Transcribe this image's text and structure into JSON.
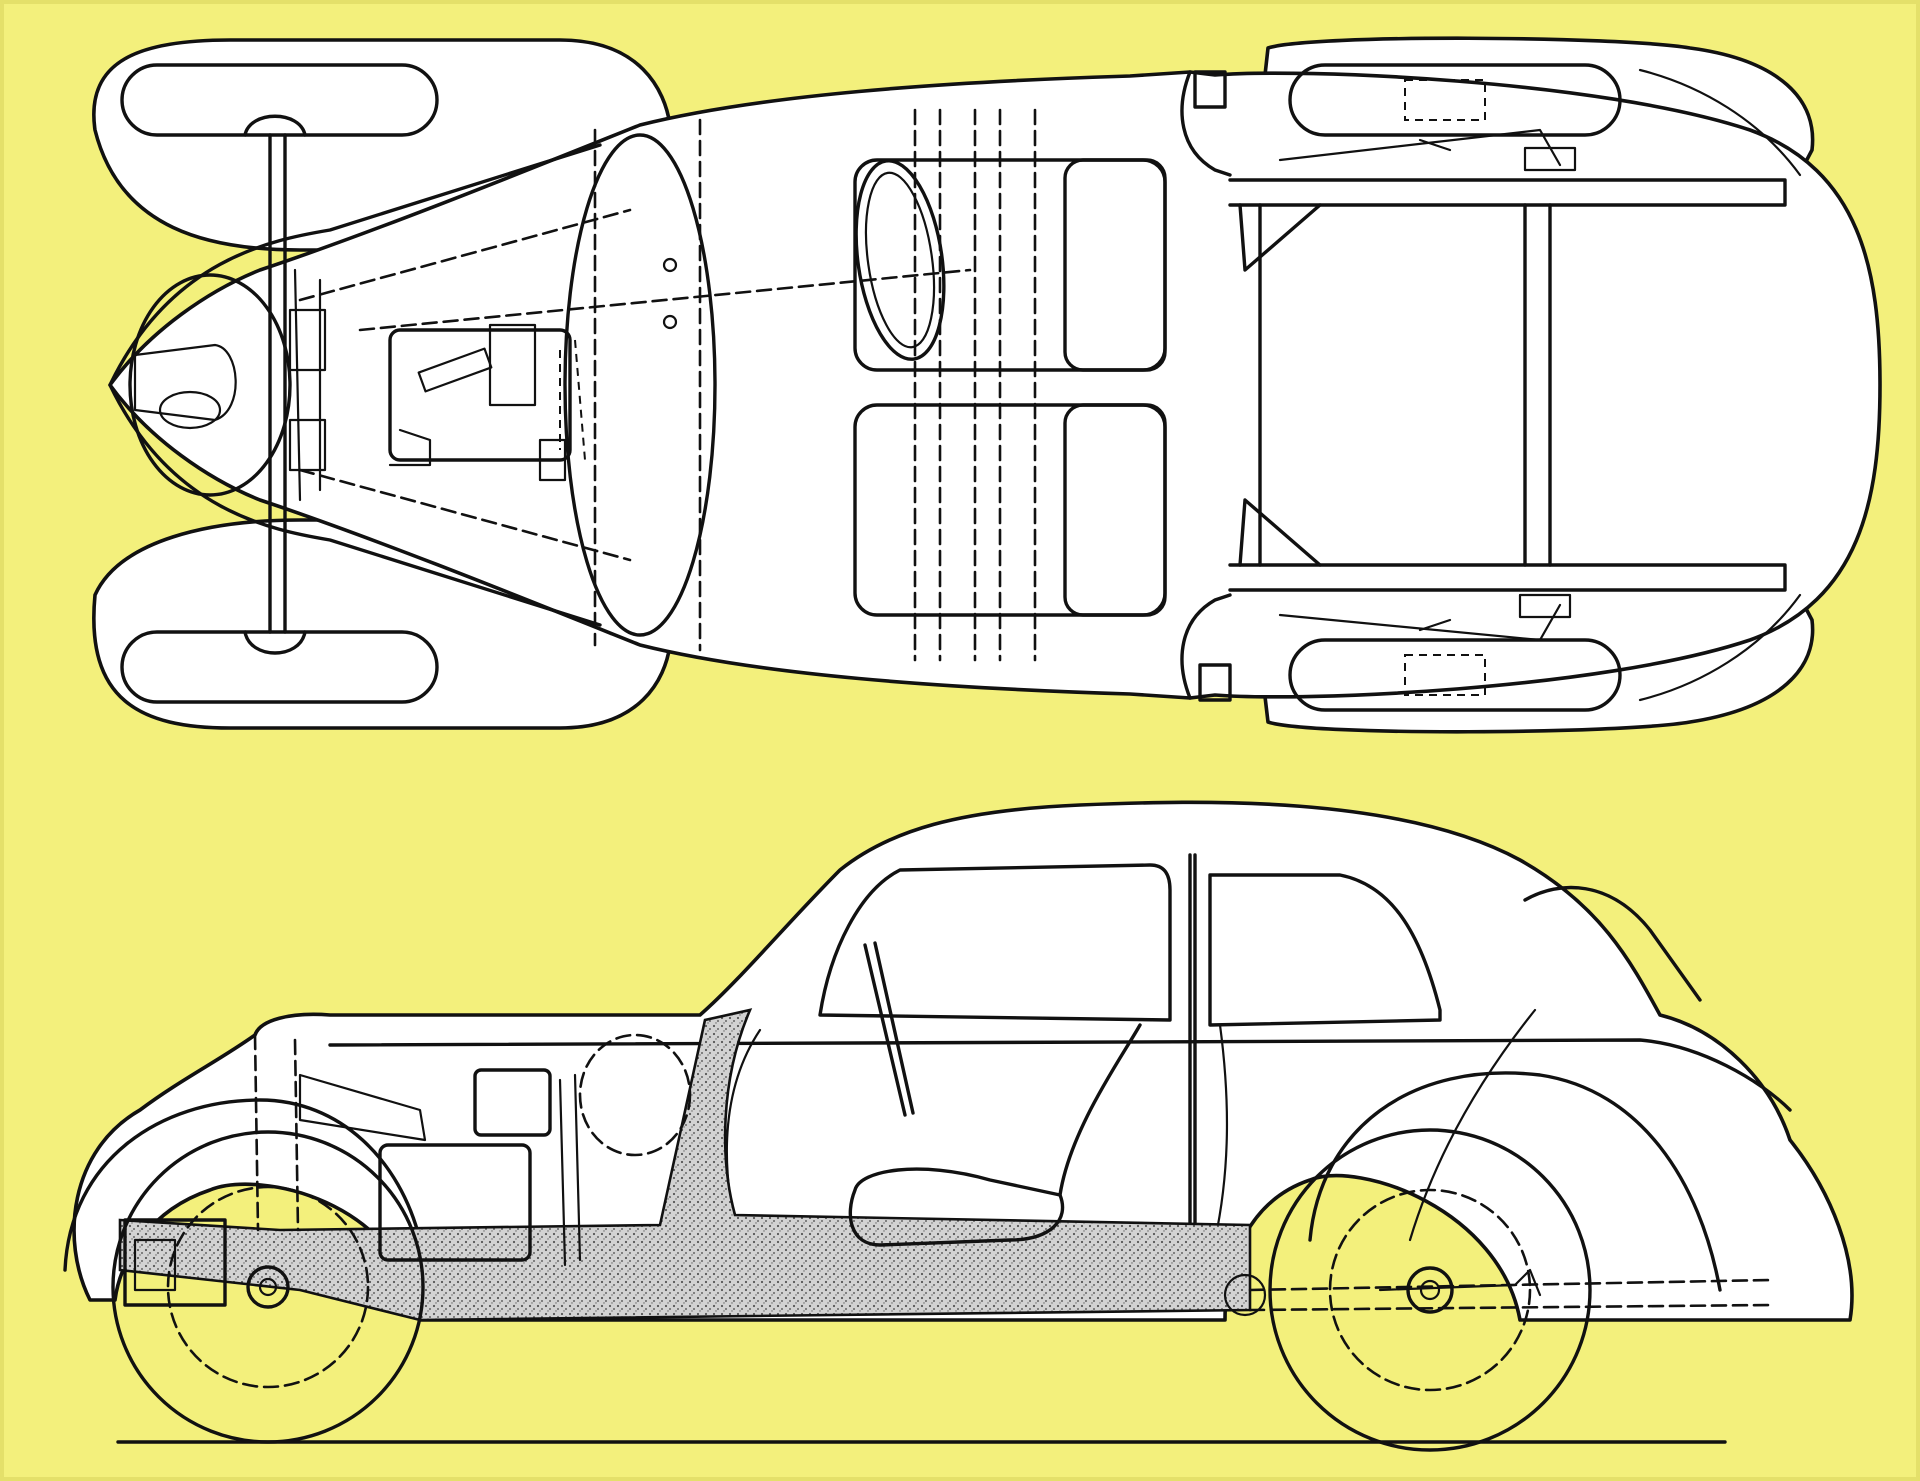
{
  "figure": {
    "views": [
      {
        "id": "plan-view",
        "kind": "top chassis cutaway"
      },
      {
        "id": "side-view",
        "kind": "side cutaway"
      }
    ],
    "colors": {
      "background": "#f3f07c",
      "frame": "#e4e06a",
      "ink": "#111111",
      "paper": "#ffffff",
      "floor_stipple": "#c9c9c9"
    }
  }
}
